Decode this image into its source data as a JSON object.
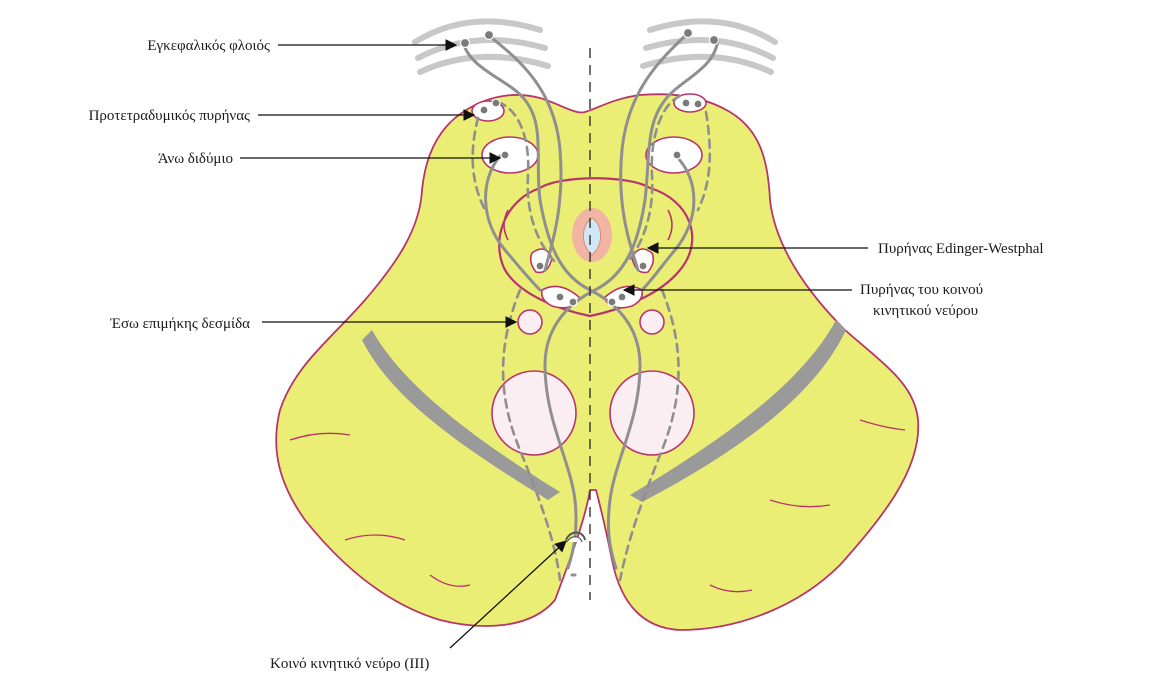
{
  "labels": {
    "cortex": "Εγκεφαλικός φλοιός",
    "pretectal": "Προτετραδυμικός πυρήνας",
    "superior_colliculus": "Άνω διδύμιο",
    "edinger_westphal": "Πυρήνας Edinger-Westphal",
    "oculomotor_nucleus_line1": "Πυρήνας του κοινού",
    "oculomotor_nucleus_line2": "κινητικού νεύρου",
    "mlf": "Έσω επιμήκης δεσμίδα",
    "oculomotor_nerve": "Κοινό κινητικό νεύρο (III)"
  },
  "colors": {
    "tissue": "#ebee74",
    "outline": "#b8356b",
    "fiber": "#8f8f8f",
    "aqueduct": "#cfe8f3",
    "aqueduct_halo": "#f2b5a3"
  }
}
